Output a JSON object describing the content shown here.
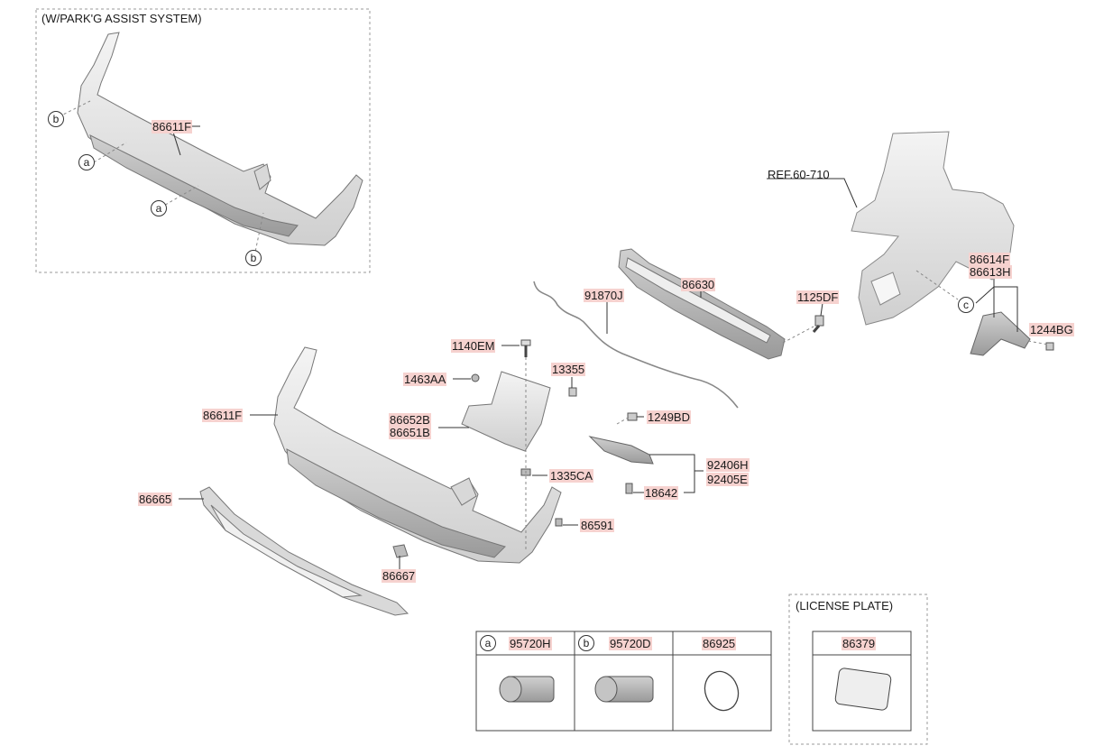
{
  "frames": {
    "park_assist_title": "(W/PARK'G ASSIST SYSTEM)",
    "license_plate_title": "(LICENSE PLATE)"
  },
  "callouts": {
    "a": "a",
    "b": "b",
    "c": "c"
  },
  "labels": {
    "inset_bumper": "86611F",
    "main_bumper": "86611F",
    "lower_trim": "86665",
    "trim_clip": "86667",
    "screw_1140": "1140EM",
    "clip_1463": "1463AA",
    "nut_13355": "13355",
    "cover_b": "86652B",
    "cover_a": "86651B",
    "nut_1335": "1335CA",
    "retainer": "86591",
    "wiring": "91870J",
    "beam": "86630",
    "screw_1125": "1125DF",
    "ref": "REF.60-710",
    "bracket_f": "86614F",
    "bracket_h": "86613H",
    "screw_1244": "1244BG",
    "screw_1249": "1249BD",
    "reflector_h": "92406H",
    "reflector_e": "92405E",
    "bulb": "18642"
  },
  "table": {
    "cols": [
      {
        "callout": "a",
        "part": "95720H"
      },
      {
        "callout": "b",
        "part": "95720D"
      },
      {
        "callout": "",
        "part": "86925"
      }
    ],
    "license_part": "86379"
  },
  "colors": {
    "highlight": "#f6d2cf",
    "part_fill": "#e6e6e6",
    "part_stroke": "#7a7a7a",
    "dash": "#9a9a9a"
  }
}
